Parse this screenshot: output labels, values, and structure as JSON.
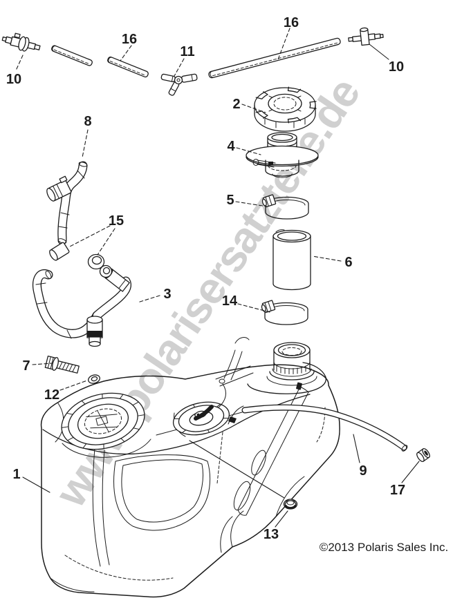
{
  "colors": {
    "background": "#ffffff",
    "line": "#1c1c1c",
    "watermark": "#d0d0d0"
  },
  "watermark": {
    "text": "www.polarisersatzteile.de"
  },
  "copyright": {
    "text": "©2013 Polaris Sales Inc."
  },
  "labels": {
    "p1": {
      "text": "1"
    },
    "p2": {
      "text": "2"
    },
    "p3": {
      "text": "3"
    },
    "p4": {
      "text": "4"
    },
    "p5": {
      "text": "5"
    },
    "p6": {
      "text": "6"
    },
    "p7": {
      "text": "7"
    },
    "p8": {
      "text": "8"
    },
    "p9": {
      "text": "9"
    },
    "p10a": {
      "text": "10"
    },
    "p10b": {
      "text": "10"
    },
    "p11": {
      "text": "11"
    },
    "p12": {
      "text": "12"
    },
    "p13": {
      "text": "13"
    },
    "p14": {
      "text": "14"
    },
    "p15": {
      "text": "15"
    },
    "p16a": {
      "text": "16"
    },
    "p16b": {
      "text": "16"
    },
    "p17": {
      "text": "17"
    }
  }
}
